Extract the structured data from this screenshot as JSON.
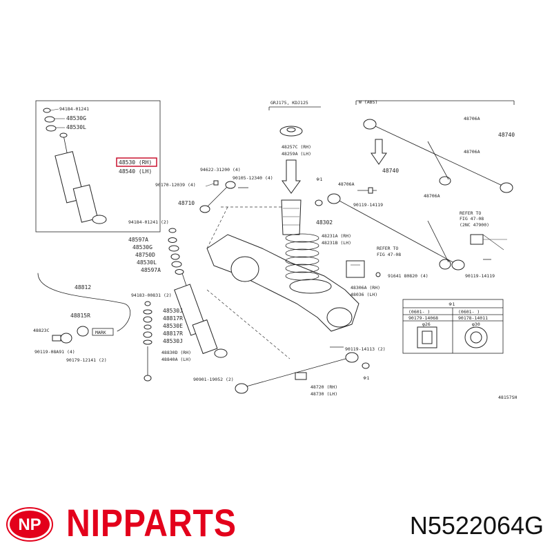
{
  "labels": {
    "shock_upper_bolt": "94184-01241",
    "shock_washer_g": "48530G",
    "shock_washer_l": "48530L",
    "shock_rh": "48530 (RH)",
    "shock_lh": "48540 (LH)",
    "bolt_94622": "94622-31200 (4)",
    "bolt_90105": "90105-12340 (4)",
    "bolt_90170": "90170-12039 (4)",
    "upper_link": "48710",
    "nut_94184_2": "94184-01241 (2)",
    "bush_48597a_top": "48597A",
    "washer_48530g": "48530G",
    "cushion_48750d": "48750D",
    "washer_48530l": "48530L",
    "bush_48597a_bottom": "48597A",
    "variant_header": "GRJ175, KDJ125",
    "spring_seat_rh": "48257C (RH)",
    "spring_seat_lh": "48259A (LH)",
    "bump_stop": "48302",
    "spring_rh": "48231A (RH)",
    "spring_lh": "48231B (LH)",
    "mark_1": "※1",
    "refer_fig": "REFER TO",
    "refer_fig2": "FIG 47-08",
    "clip": "91641 80820 (4)",
    "bracket_rh": "48306A (RH)",
    "bracket_lh": "48036 (LH)",
    "abs_header": "W (ABS)",
    "bush_48706a_1": "48706A",
    "lateral_rod": "48740",
    "bush_48706a_2": "48706A",
    "lateral_rod_2": "48740",
    "bush_48706a_3": "48706A",
    "bolt_90119_14119": "90119-14119",
    "bush_48706a_4": "48706A",
    "refer_to_right": "REFER TO",
    "refer_fig_right": "FIG 47-08",
    "refer_fig_right2": "(2NC 47900)",
    "bolt_90119_14119_b": "90119-14119",
    "stabilizer": "48812",
    "stab_bush": "48815R",
    "bracket_48823c": "48823C",
    "mark_text": "MARK",
    "bolt_90119_08a91": "90119-08A91 (4)",
    "bolt_90179_12141": "90179-12141 (2)",
    "bolt_94183": "94183-00831 (2)",
    "washer_48530j": "48530J",
    "bush_48817r": "48817R",
    "washer_48530e": "48530E",
    "bush_48817r_b": "48817R",
    "washer_48530j_b": "48530J",
    "link_rh": "48830D (RH)",
    "link_lh": "48840A (LH)",
    "bolt_90901": "90901-19052 (2)",
    "bolt_90119_14113": "90119-14113 (2)",
    "lower_arm_rh": "48720 (RH)",
    "lower_arm_lh": "48730 (LH)",
    "mark_1_b": "※1",
    "table_header": "※1",
    "table_col1_head": "(0601-  )",
    "table_col2_head": "(0601-  )",
    "table_col1_part": "90179-14068",
    "table_col2_part": "90178-14011",
    "table_col1_dim": "φ26",
    "table_col2_dim": "φ30",
    "drawing_no": "48157SH"
  },
  "brand": {
    "logo_text": "NP",
    "name": "NIPPARTS",
    "part_number": "N5522064G",
    "color": "#e3001b"
  }
}
